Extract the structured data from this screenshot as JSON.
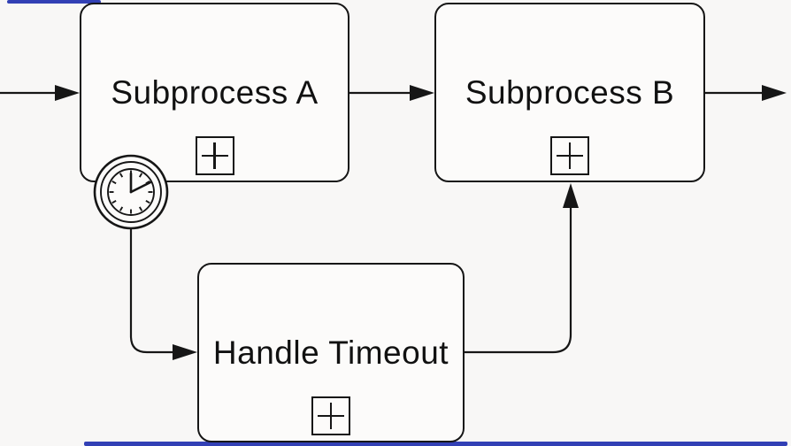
{
  "diagram": {
    "kind": "bpmn-process-diagram",
    "colors": {
      "background": "#f8f7f6",
      "node_fill": "#fcfbfa",
      "stroke": "#161616",
      "edge_accent_blue": "#3240b5"
    },
    "nodes": [
      {
        "id": "subprocess-a",
        "label": "Subprocess A",
        "type": "collapsed-subprocess",
        "marker": "+"
      },
      {
        "id": "subprocess-b",
        "label": "Subprocess B",
        "type": "collapsed-subprocess",
        "marker": "+"
      },
      {
        "id": "handle-timeout",
        "label": "Handle Timeout",
        "type": "collapsed-subprocess",
        "marker": "+"
      }
    ],
    "events": [
      {
        "id": "timer-boundary-event",
        "type": "timer",
        "attached_to": "subprocess-a"
      }
    ],
    "flows": [
      {
        "from": "left-edge",
        "to": "subprocess-a"
      },
      {
        "from": "subprocess-a",
        "to": "subprocess-b"
      },
      {
        "from": "subprocess-b",
        "to": "right-edge"
      },
      {
        "from": "timer-boundary-event",
        "to": "handle-timeout"
      },
      {
        "from": "handle-timeout",
        "to": "subprocess-b"
      }
    ]
  }
}
